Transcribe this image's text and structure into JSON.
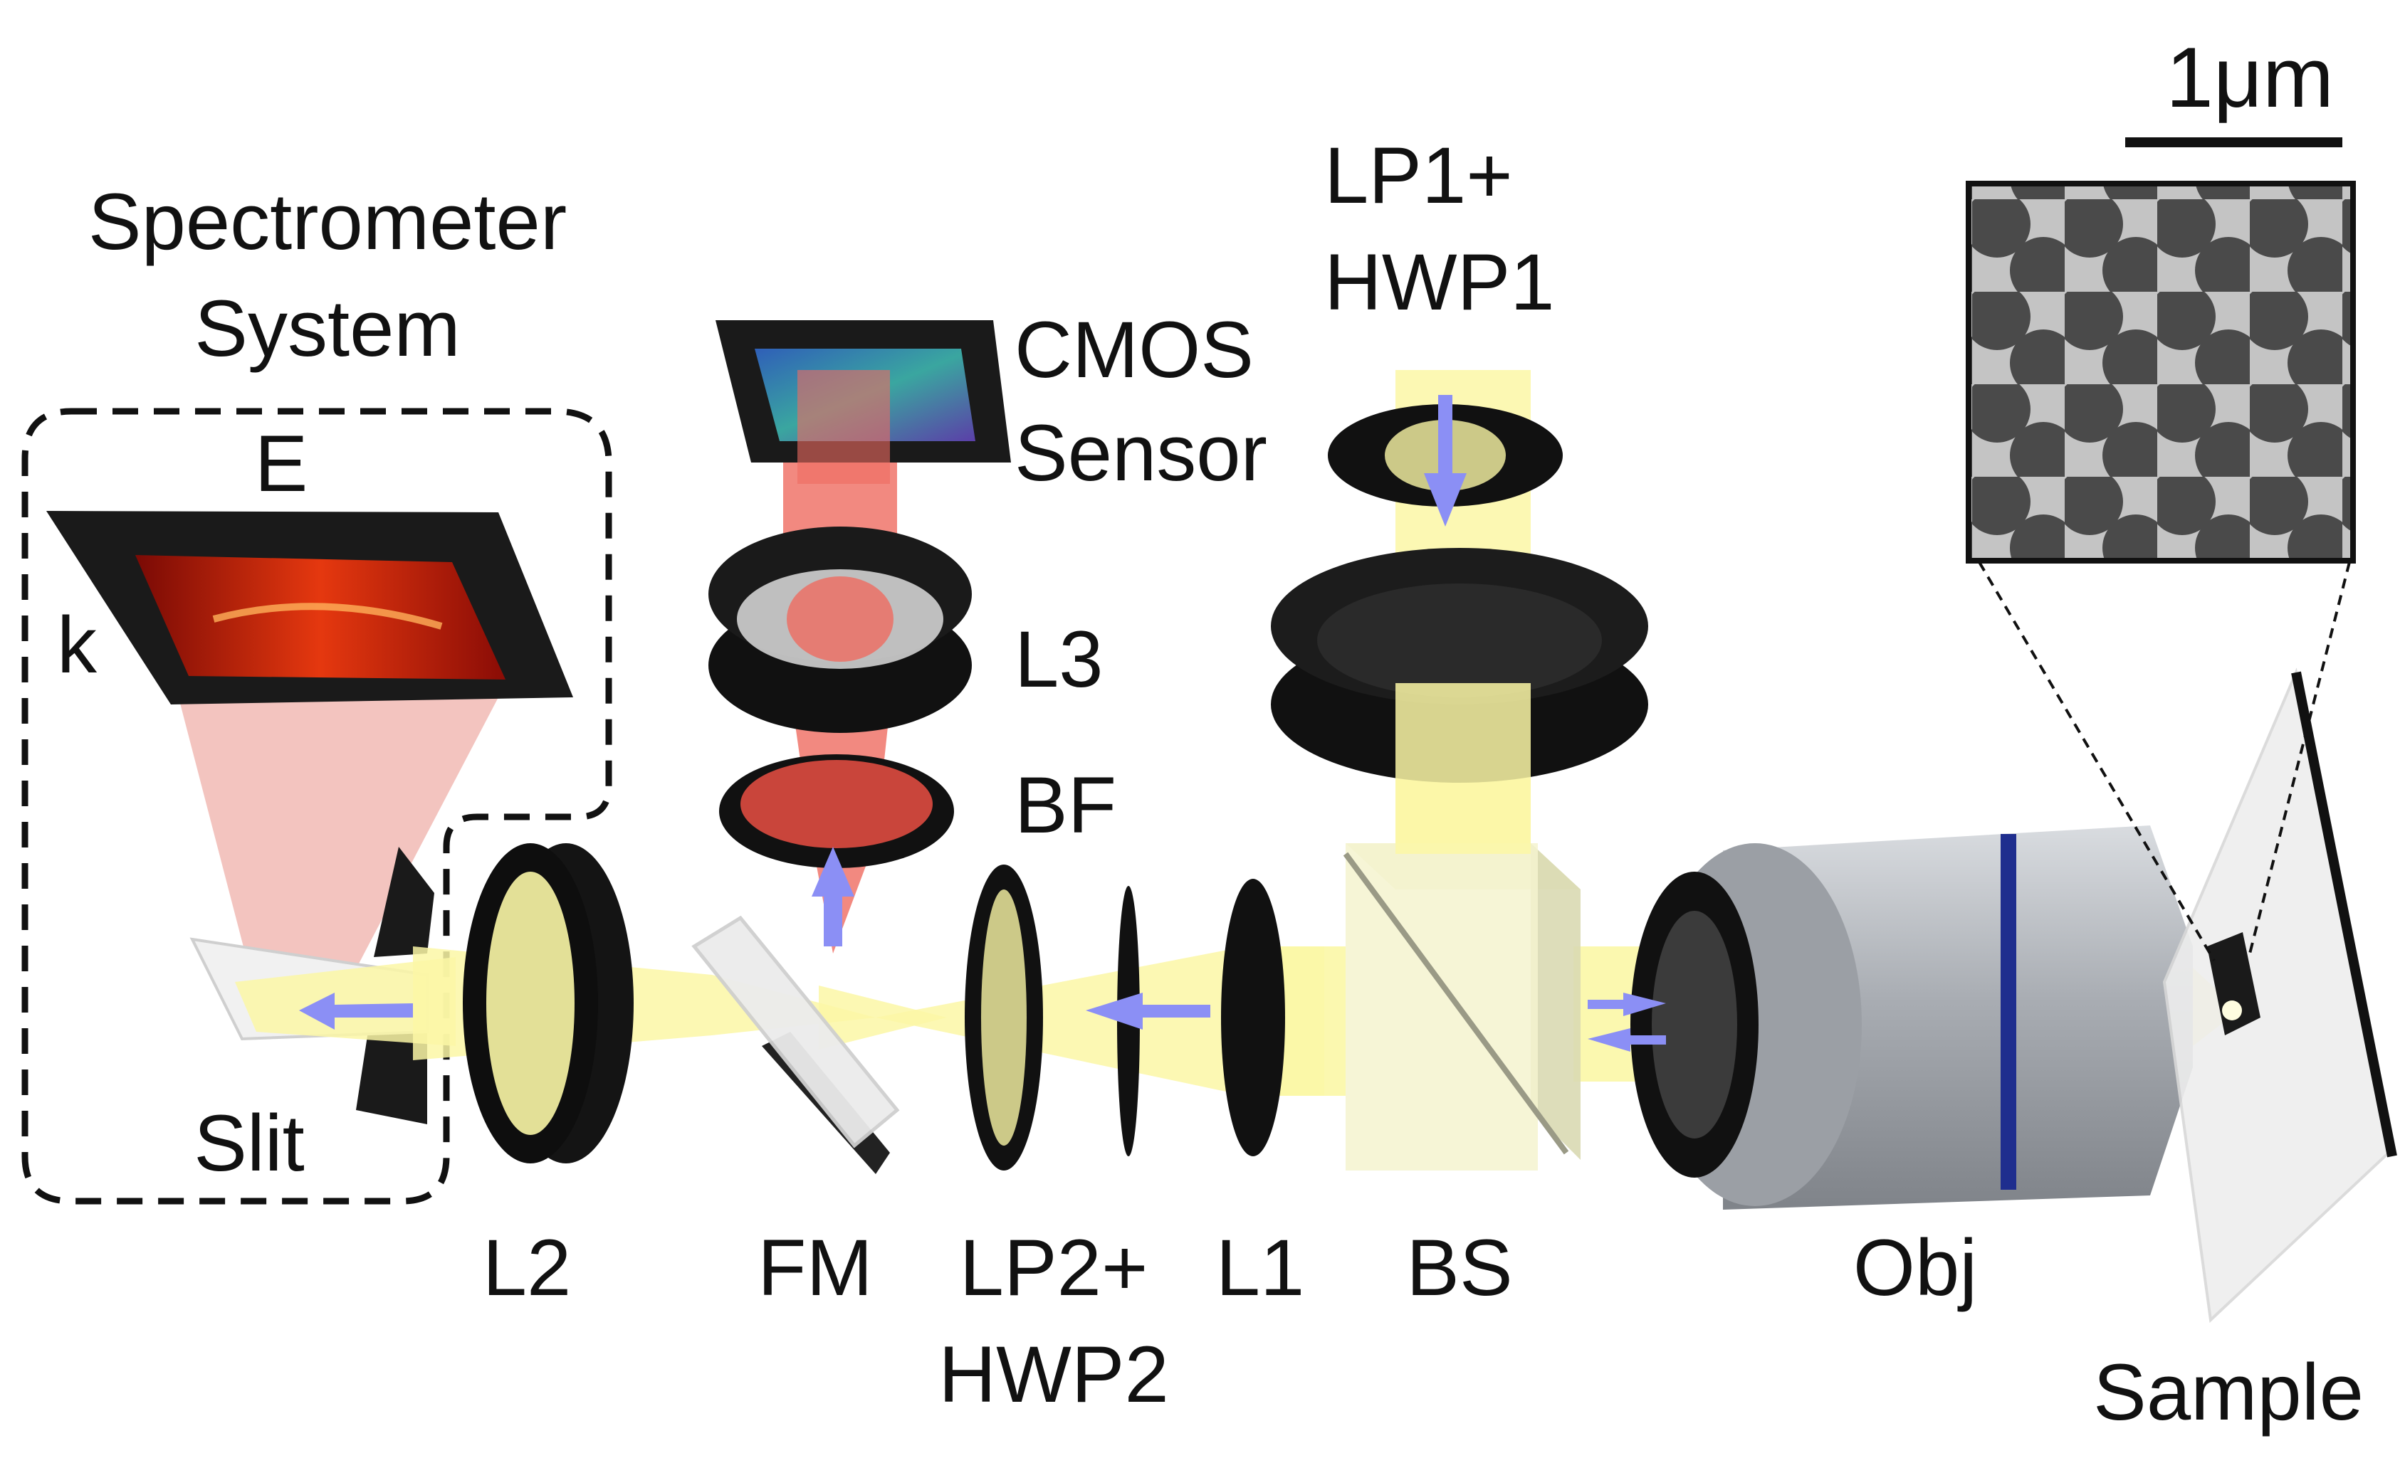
{
  "labels": {
    "spectrometer_line1": "Spectrometer",
    "spectrometer_line2": "System",
    "e_axis": "E",
    "k_axis": "k",
    "slit": "Slit",
    "l2": "L2",
    "fm": "FM",
    "lp2_line1": "LP2+",
    "lp2_line2": "HWP2",
    "l1": "L1",
    "bs": "BS",
    "obj": "Obj",
    "sample": "Sample",
    "cmos_line1": "CMOS",
    "cmos_line2": "Sensor",
    "l3": "L3",
    "bf": "BF",
    "lp1_line1": "LP1+",
    "lp1_line2": "HWP1",
    "scale_bar": "1μm"
  },
  "colors": {
    "beam": "#fbf7a6",
    "signal_beam": "#ef6b60",
    "arrow": "#8b8ff5",
    "lens_body": "#111111",
    "objective_metal": "#b8bcc1",
    "objective_ring": "#1f2e8e"
  }
}
